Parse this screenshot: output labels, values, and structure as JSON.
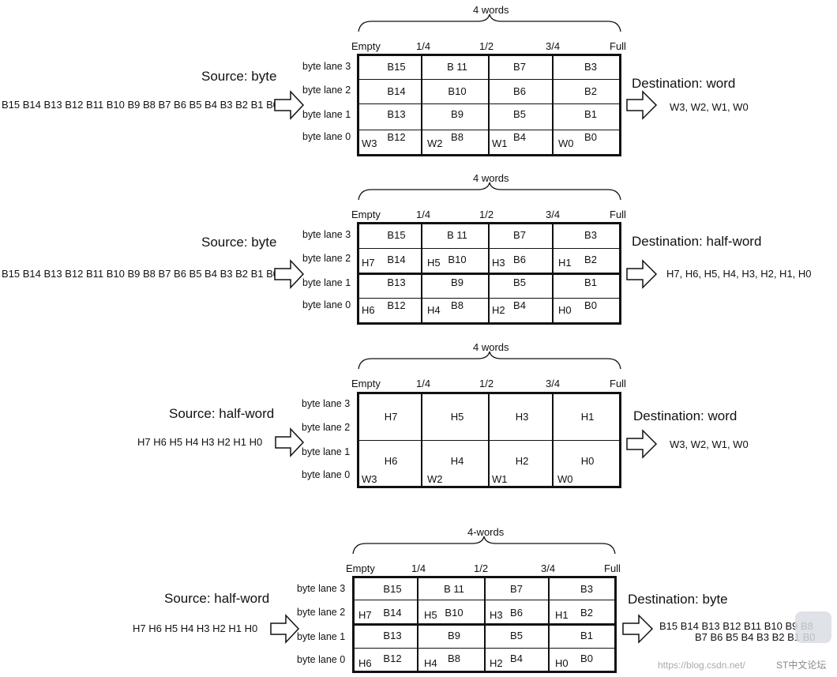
{
  "panels": [
    {
      "label": "4 words",
      "positions": [
        "Empty",
        "1/4",
        "1/2",
        "3/4",
        "Full"
      ],
      "byte_lanes": [
        "byte lane 3",
        "byte lane 2",
        "byte lane 1",
        "byte lane 0"
      ],
      "source_label": "Source: byte",
      "input_seq": "B15 B14 B13 B12 B11 B10 B9 B8 B7 B6 B5 B4 B3 B2 B1 B0",
      "cells": [
        [
          "B15",
          "B 11",
          "B7",
          "B3"
        ],
        [
          "B14",
          "B10",
          "B6",
          "B2"
        ],
        [
          "B13",
          "B9",
          "B5",
          "B1"
        ],
        [
          "B12",
          "B8",
          "B4",
          "B0"
        ]
      ],
      "tags": [
        [
          "",
          "",
          "",
          ""
        ],
        [
          "W3",
          "W2",
          "W1",
          "W0"
        ]
      ],
      "dest_label": "Destination: word",
      "output_seq": "W3, W2, W1, W0"
    },
    {
      "label": "4 words",
      "positions": [
        "Empty",
        "1/4",
        "1/2",
        "3/4",
        "Full"
      ],
      "byte_lanes": [
        "byte lane 3",
        "byte lane 2",
        "byte lane 1",
        "byte lane 0"
      ],
      "source_label": "Source: byte",
      "input_seq": "B15 B14 B13 B12 B11 B10 B9 B8 B7 B6 B5 B4 B3 B2 B1 B0",
      "cells": [
        [
          "B15",
          "B 11",
          "B7",
          "B3"
        ],
        [
          "B14",
          "B10",
          "B6",
          "B2"
        ],
        [
          "B13",
          "B9",
          "B5",
          "B1"
        ],
        [
          "B12",
          "B8",
          "B4",
          "B0"
        ]
      ],
      "tags": [
        [
          "H7",
          "H5",
          "H3",
          "H1"
        ],
        [
          "H6",
          "H4",
          "H2",
          "H0"
        ]
      ],
      "dest_label": "Destination: half-word",
      "output_seq": "H7, H6, H5, H4, H3, H2, H1, H0"
    },
    {
      "label": "4 words",
      "positions": [
        "Empty",
        "1/4",
        "1/2",
        "3/4",
        "Full"
      ],
      "byte_lanes": [
        "byte lane 3",
        "byte lane 2",
        "byte lane 1",
        "byte lane 0"
      ],
      "source_label": "Source: half-word",
      "input_seq": "H7 H6 H5 H4 H3 H2 H1 H0",
      "cells": [
        [
          "H7",
          "H5",
          "H3",
          "H1"
        ],
        [
          "H6",
          "H4",
          "H2",
          "H0"
        ]
      ],
      "tags": [
        [
          "W3",
          "W2",
          "W1",
          "W0"
        ]
      ],
      "dest_label": "Destination: word",
      "output_seq": "W3, W2, W1, W0"
    },
    {
      "label": "4-words",
      "positions": [
        "Empty",
        "1/4",
        "1/2",
        "3/4",
        "Full"
      ],
      "byte_lanes": [
        "byte lane 3",
        "byte lane 2",
        "byte lane 1",
        "byte lane 0"
      ],
      "source_label": "Source: half-word",
      "input_seq": "H7 H6 H5 H4 H3 H2 H1 H0",
      "cells": [
        [
          "B15",
          "B 11",
          "B7",
          "B3"
        ],
        [
          "B14",
          "B10",
          "B6",
          "B2"
        ],
        [
          "B13",
          "B9",
          "B5",
          "B1"
        ],
        [
          "B12",
          "B8",
          "B4",
          "B0"
        ]
      ],
      "tags": [
        [
          "H7",
          "H5",
          "H3",
          "H1"
        ],
        [
          "H6",
          "H4",
          "H2",
          "H0"
        ]
      ],
      "dest_label": "Destination: byte",
      "output_seq_line1": "B15 B14 B13 B12 B11 B10 B9 B8",
      "output_seq_line2": "B7 B6 B5 B4 B3 B2 B1 B0"
    }
  ],
  "watermark": {
    "url": "https://blog.csdn.net/",
    "brand": "ST中文论坛"
  }
}
